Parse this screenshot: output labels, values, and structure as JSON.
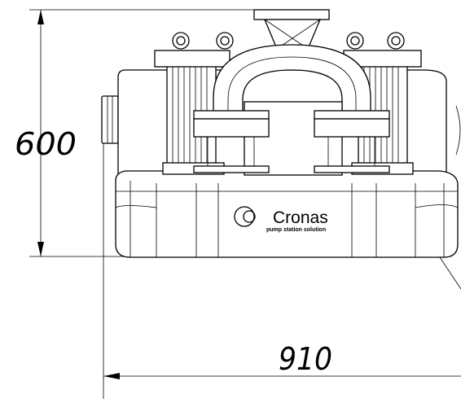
{
  "dimensions": {
    "height": {
      "value": "600"
    },
    "width": {
      "value": "910"
    }
  },
  "brand": {
    "name": "Cronas",
    "tagline": "pump station solution"
  }
}
